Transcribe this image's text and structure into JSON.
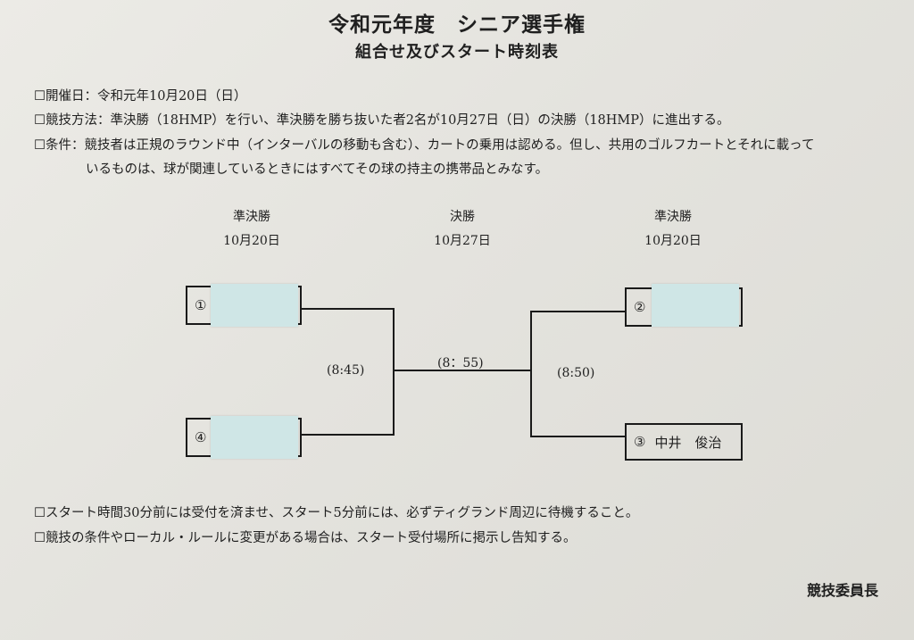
{
  "header": {
    "title": "令和元年度　シニア選手権",
    "subtitle": "組合せ及びスタート時刻表"
  },
  "info": {
    "date_line": "☐開催日：令和元年10月20日（日）",
    "method_line": "☐競技方法：準決勝（18HMP）を行い、準決勝を勝ち抜いた者2名が10月27日（日）の決勝（18HMP）に進出する。",
    "conditions_line1": "☐条件：競技者は正規のラウンド中（インターバルの移動も含む）、カートの乗用は認める。但し、共用のゴルフカートとそれに載って",
    "conditions_line2": "いるものは、球が関連しているときにはすべてその球の持主の携帯品とみなす。"
  },
  "bracket": {
    "left_round": {
      "label": "準決勝",
      "date": "10月20日"
    },
    "final_round": {
      "label": "決勝",
      "date": "10月27日"
    },
    "right_round": {
      "label": "準決勝",
      "date": "10月20日"
    },
    "left_time": "(8:45)",
    "final_time": "(8：55)",
    "right_time": "(8:50)",
    "players": [
      {
        "seed": "①",
        "name": ""
      },
      {
        "seed": "④",
        "name": ""
      },
      {
        "seed": "②",
        "name": ""
      },
      {
        "seed": "③",
        "name": "中井　俊治"
      }
    ]
  },
  "notes": {
    "note1": "☐スタート時間30分前には受付を済ませ、スタート5分前には、必ずティグランド周辺に待機すること。",
    "note2": "☐競技の条件やローカル・ルールに変更がある場合は、スタート受付場所に掲示し告知する。"
  },
  "footer": {
    "signature": "競技委員長"
  },
  "colors": {
    "paper": "#e6e5e0",
    "ink": "#1a1a1a",
    "redaction": "#cfe6e6"
  }
}
